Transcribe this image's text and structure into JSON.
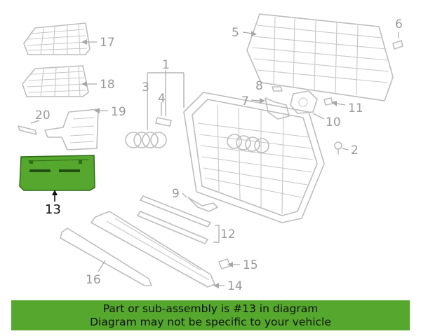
{
  "labels": {
    "l1": "1",
    "l2": "2",
    "l3": "3",
    "l4": "4",
    "l5": "5",
    "l6": "6",
    "l7": "7",
    "l8": "8",
    "l9": "9",
    "l10": "10",
    "l11": "11",
    "l12": "12",
    "l13": "13",
    "l14": "14",
    "l15": "15",
    "l16": "16",
    "l17": "17",
    "l18": "18",
    "l19": "19",
    "l20": "20"
  },
  "highlight_part": "13",
  "colors": {
    "highlight": "#55a82d",
    "banner": "#55a82d",
    "line": "#bdbdbd"
  },
  "banner": {
    "line1": "Part or sub-assembly is #13 in diagram",
    "line2": "Diagram may not be specific to your vehicle"
  }
}
